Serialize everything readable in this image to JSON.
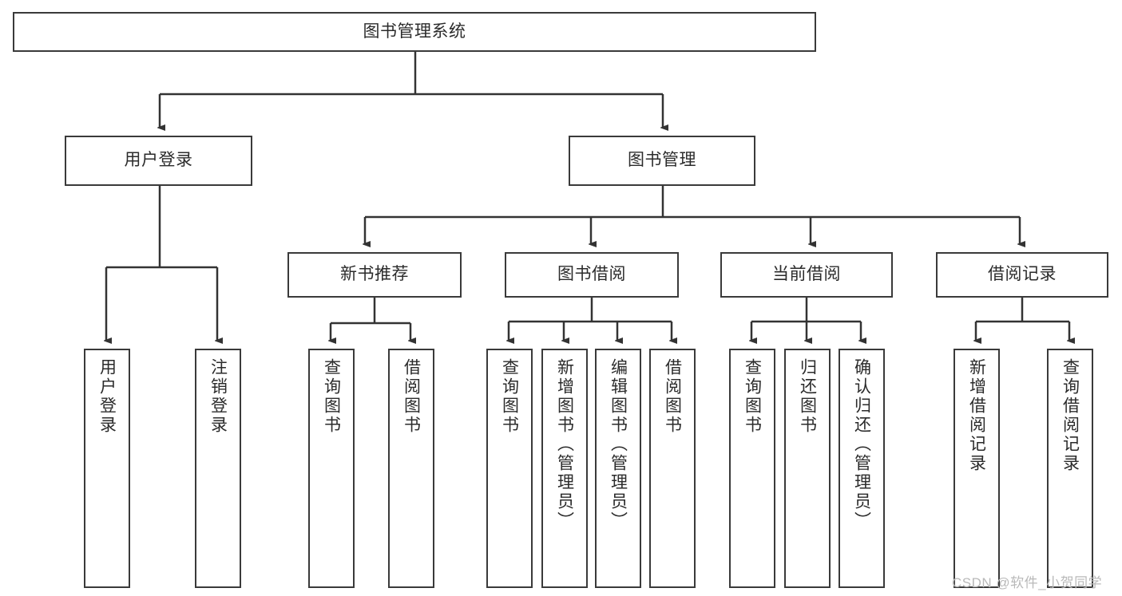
{
  "diagram": {
    "type": "tree-hierarchy",
    "title": "图书管理系统",
    "orientation": "top-down",
    "watermark": "CSDN @软件_小贺同学",
    "nodes": {
      "root": {
        "label": "图书管理系统"
      },
      "level1": [
        {
          "id": "user-login",
          "label": "用户登录"
        },
        {
          "id": "book-management",
          "label": "图书管理"
        }
      ],
      "level2": [
        {
          "id": "new-book-recommend",
          "label": "新书推荐"
        },
        {
          "id": "book-borrow",
          "label": "图书借阅"
        },
        {
          "id": "current-borrow",
          "label": "当前借阅"
        },
        {
          "id": "borrow-record",
          "label": "借阅记录"
        }
      ],
      "leaves": {
        "user_login": [
          {
            "id": "leaf-user-login",
            "label": "用户登录"
          },
          {
            "id": "leaf-logout-login",
            "label": "注销登录"
          }
        ],
        "new_book_recommend": [
          {
            "id": "leaf-query-book-1",
            "label": "查询图书"
          },
          {
            "id": "leaf-borrow-book-1",
            "label": "借阅图书"
          }
        ],
        "book_borrow": [
          {
            "id": "leaf-query-book-2",
            "label": "查询图书"
          },
          {
            "id": "leaf-add-book",
            "label": "新增图书（管理员）"
          },
          {
            "id": "leaf-edit-book",
            "label": "编辑图书（管理员）"
          },
          {
            "id": "leaf-borrow-book-2",
            "label": "借阅图书"
          }
        ],
        "current_borrow": [
          {
            "id": "leaf-query-book-3",
            "label": "查询图书"
          },
          {
            "id": "leaf-return-book",
            "label": "归还图书"
          },
          {
            "id": "leaf-confirm-return",
            "label": "确认归还（管理员）"
          }
        ],
        "borrow_record": [
          {
            "id": "leaf-add-borrow-record",
            "label": "新增借阅记录"
          },
          {
            "id": "leaf-query-borrow-record",
            "label": "查询借阅记录"
          }
        ]
      }
    },
    "colors": {
      "border": "#3a3a3a",
      "text": "#2b2b2b",
      "background": "#ffffff",
      "connector": "#333333",
      "watermark": "#b9b9b9"
    }
  }
}
